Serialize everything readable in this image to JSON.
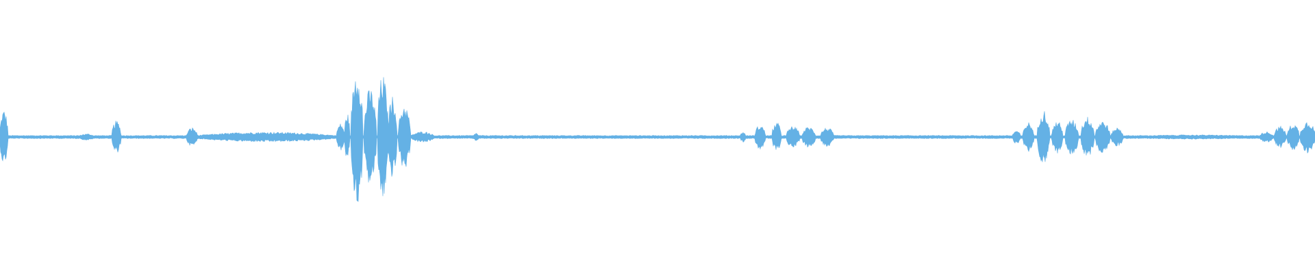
{
  "colors": {
    "waveform": "#64b1e5",
    "background": "#ffffff"
  },
  "waveform": {
    "duration_fraction_note_free": true,
    "baseline_amplitude": 0.006,
    "segments": [
      {
        "start": 0.0,
        "end": 0.006,
        "peak": 0.1
      },
      {
        "start": 0.06,
        "end": 0.072,
        "peak": 0.012
      },
      {
        "start": 0.085,
        "end": 0.092,
        "peak": 0.06
      },
      {
        "start": 0.142,
        "end": 0.15,
        "peak": 0.035
      },
      {
        "start": 0.15,
        "end": 0.255,
        "peak": 0.018
      },
      {
        "start": 0.256,
        "end": 0.262,
        "peak": 0.05
      },
      {
        "start": 0.262,
        "end": 0.266,
        "peak": 0.09
      },
      {
        "start": 0.267,
        "end": 0.276,
        "peak": 0.25
      },
      {
        "start": 0.277,
        "end": 0.286,
        "peak": 0.18
      },
      {
        "start": 0.287,
        "end": 0.295,
        "peak": 0.23
      },
      {
        "start": 0.295,
        "end": 0.302,
        "peak": 0.15
      },
      {
        "start": 0.303,
        "end": 0.312,
        "peak": 0.12
      },
      {
        "start": 0.313,
        "end": 0.33,
        "peak": 0.02
      },
      {
        "start": 0.36,
        "end": 0.364,
        "peak": 0.015
      },
      {
        "start": 0.563,
        "end": 0.567,
        "peak": 0.02
      },
      {
        "start": 0.574,
        "end": 0.582,
        "peak": 0.045
      },
      {
        "start": 0.587,
        "end": 0.594,
        "peak": 0.055
      },
      {
        "start": 0.598,
        "end": 0.608,
        "peak": 0.04
      },
      {
        "start": 0.61,
        "end": 0.62,
        "peak": 0.038
      },
      {
        "start": 0.624,
        "end": 0.634,
        "peak": 0.035
      },
      {
        "start": 0.77,
        "end": 0.776,
        "peak": 0.025
      },
      {
        "start": 0.778,
        "end": 0.786,
        "peak": 0.055
      },
      {
        "start": 0.789,
        "end": 0.798,
        "peak": 0.1
      },
      {
        "start": 0.8,
        "end": 0.808,
        "peak": 0.06
      },
      {
        "start": 0.81,
        "end": 0.82,
        "peak": 0.065
      },
      {
        "start": 0.822,
        "end": 0.832,
        "peak": 0.075
      },
      {
        "start": 0.833,
        "end": 0.844,
        "peak": 0.06
      },
      {
        "start": 0.845,
        "end": 0.854,
        "peak": 0.035
      },
      {
        "start": 0.855,
        "end": 0.96,
        "peak": 0.008
      },
      {
        "start": 0.958,
        "end": 0.968,
        "peak": 0.02
      },
      {
        "start": 0.969,
        "end": 0.978,
        "peak": 0.04
      },
      {
        "start": 0.979,
        "end": 0.988,
        "peak": 0.05
      },
      {
        "start": 0.989,
        "end": 1.0,
        "peak": 0.06
      }
    ]
  }
}
